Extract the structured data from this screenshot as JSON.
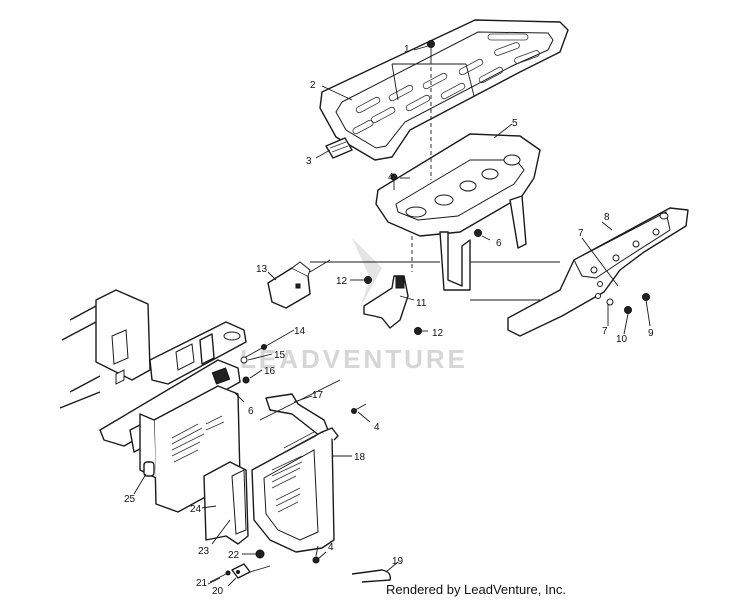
{
  "footer_text": "Rendered by LeadVenture, Inc.",
  "watermark_text": "LEADVENTURE",
  "callouts": [
    "1",
    "2",
    "3",
    "4",
    "4",
    "4",
    "5",
    "6",
    "6",
    "7",
    "7",
    "8",
    "9",
    "10",
    "11",
    "12",
    "12",
    "13",
    "14",
    "15",
    "16",
    "17",
    "18",
    "19",
    "20",
    "21",
    "22",
    "23",
    "24",
    "25"
  ]
}
